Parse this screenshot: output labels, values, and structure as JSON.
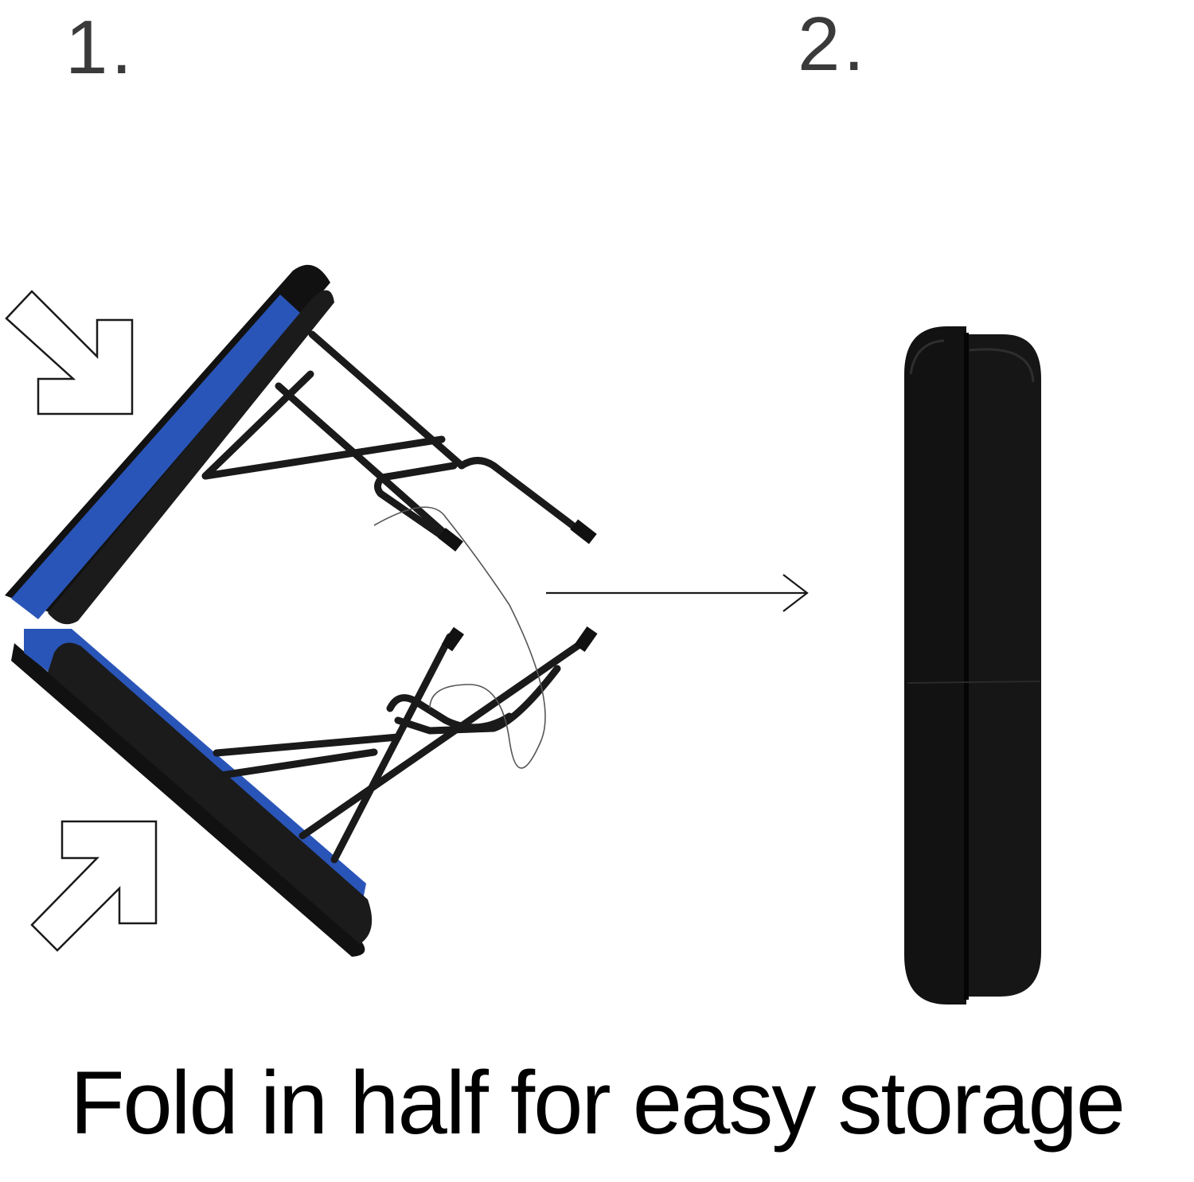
{
  "steps": [
    {
      "label": "1."
    },
    {
      "label": "2."
    }
  ],
  "caption": "Fold in half for easy storage",
  "colors": {
    "pad_black": "#111111",
    "pad_blue": "#2a55b8",
    "frame": "#1a1a1a",
    "step_text": "#3a3a3a",
    "caption_text": "#000000"
  },
  "icons": {
    "press_arrow_top": "arrow-outline-diagonal-down-right",
    "press_arrow_bottom": "arrow-outline-diagonal-up-right",
    "transition_arrow": "arrow-thin-right"
  }
}
